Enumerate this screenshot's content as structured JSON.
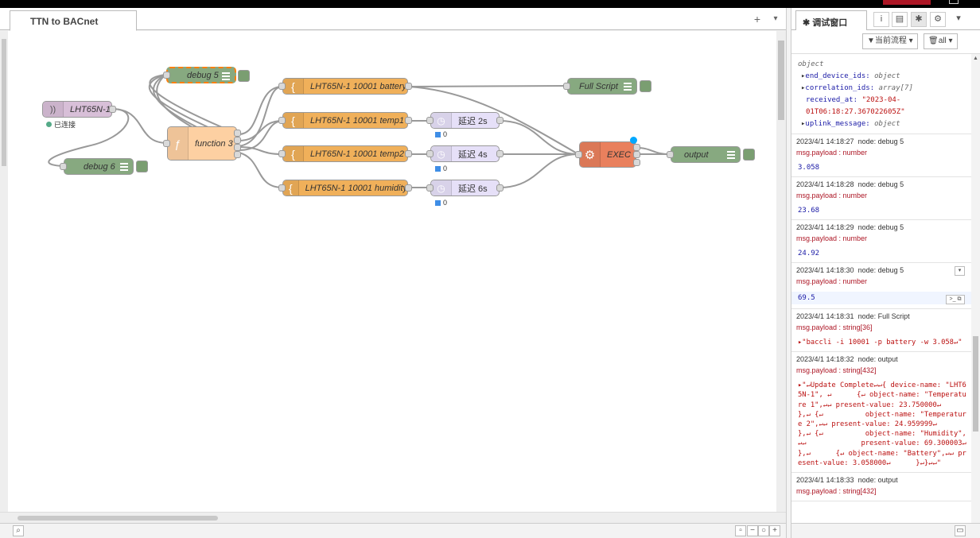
{
  "workspace": {
    "tab_title": "TTN to BACnet",
    "add_tab": "+",
    "tab_menu": "▾"
  },
  "nodes": {
    "lht65n": {
      "label": "LHT65N-1",
      "status": "已连接"
    },
    "debug5": {
      "label": "debug 5"
    },
    "debug6": {
      "label": "debug 6"
    },
    "function3": {
      "label": "function 3"
    },
    "battery": {
      "label": "LHT65N-1 10001 battery"
    },
    "temp1": {
      "label": "LHT65N-1 10001 temp1"
    },
    "temp2": {
      "label": "LHT65N-1 10001 temp2"
    },
    "humidity": {
      "label": "LHT65N-1 10001 humidity"
    },
    "delay2": {
      "label": "延迟 2s",
      "badge": "0"
    },
    "delay4": {
      "label": "延迟 4s",
      "badge": "0"
    },
    "delay6": {
      "label": "延迟 6s",
      "badge": "0"
    },
    "fullscript": {
      "label": "Full Script"
    },
    "exec": {
      "label": "EXEC"
    },
    "output": {
      "label": "output"
    }
  },
  "colors": {
    "mqtt": "#d8bfd8",
    "debug": "#87a980",
    "function": "#fdd0a2",
    "change": "#f0b05a",
    "delay": "#e6e0f8",
    "exec": "#e9805d",
    "wire": "#999999"
  },
  "sidebar": {
    "tab_label": "调试窗口",
    "filter_label": "当前流程",
    "clear_label": "all",
    "object": {
      "root": "object",
      "end_device_ids_key": "end_device_ids:",
      "end_device_ids_val": "object",
      "correlation_ids_key": "correlation_ids:",
      "correlation_ids_val": "array[7]",
      "received_at_key": "received_at:",
      "received_at_val": "\"2023-04-01T06:18:27.367022605Z\"",
      "uplink_message_key": "uplink_message:",
      "uplink_message_val": "object"
    },
    "messages": [
      {
        "time": "2023/4/1 14:18:27",
        "node": "node: debug 5",
        "topic": "msg.payload : number",
        "value": "3.058"
      },
      {
        "time": "2023/4/1 14:18:28",
        "node": "node: debug 5",
        "topic": "msg.payload : number",
        "value": "23.68"
      },
      {
        "time": "2023/4/1 14:18:29",
        "node": "node: debug 5",
        "topic": "msg.payload : number",
        "value": "24.92"
      },
      {
        "time": "2023/4/1 14:18:30",
        "node": "node: debug 5",
        "topic": "msg.payload : number",
        "value": "69.5"
      },
      {
        "time": "2023/4/1 14:18:31",
        "node": "node: Full Script",
        "topic": "msg.payload : string[36]",
        "value": "▸\"baccli -i 10001 -p battery -w 3.058↵\""
      },
      {
        "time": "2023/4/1 14:18:32",
        "node": "node: output",
        "topic": "msg.payload : string[432]",
        "value": "▸\"↵Update Complete↵↵{ device-name: \"LHT65N-1\", ↵      {↵ object-name: \"Temperature 1\",↵↵ present-value: 23.750000↵       },↵ {↵          object-name: \"Temperature 2\",↵↵ present-value: 24.959999↵       },↵ {↵          object-name: \"Humidity\",↵↵             present-value: 69.300003↵       },↵      {↵ object-name: \"Battery\",↵↵ present-value: 3.058000↵      }↵}↵↵\""
      },
      {
        "time": "2023/4/1 14:18:33",
        "node": "node: output",
        "topic": "msg.payload : string[432]",
        "value": ""
      }
    ]
  }
}
